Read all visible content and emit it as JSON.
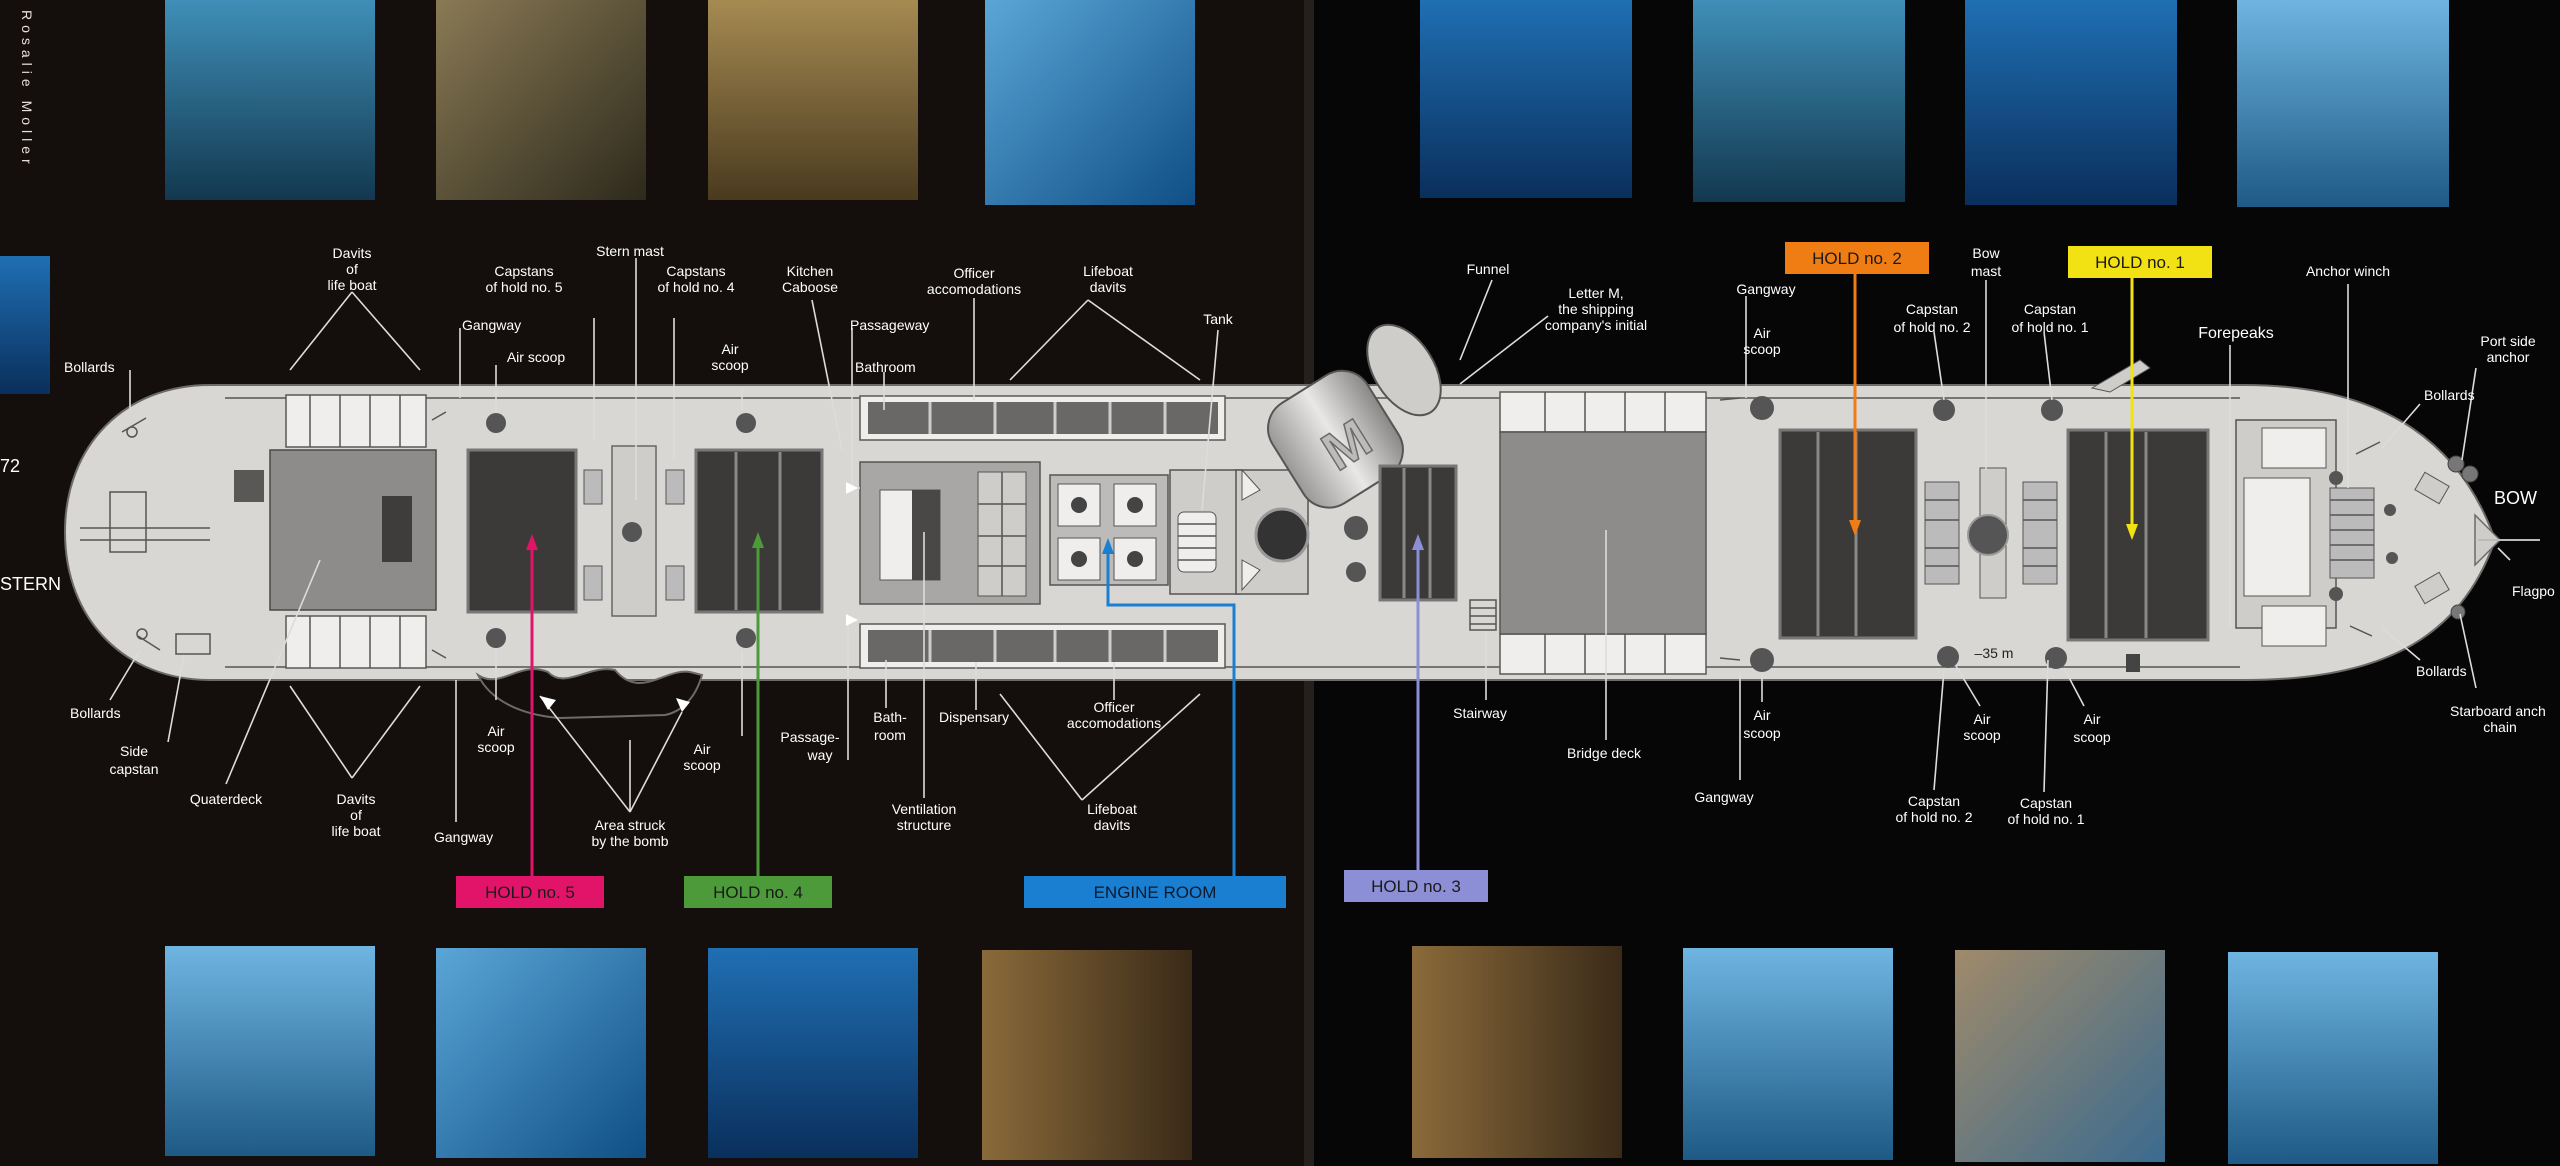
{
  "page": {
    "photographer": "Rosalie Moller",
    "page_number": "72",
    "stern": "STERN",
    "bow": "BOW"
  },
  "holds": {
    "hold5": {
      "label": "HOLD no. 5",
      "color": "#e2146a"
    },
    "hold4": {
      "label": "HOLD no. 4",
      "color": "#4d9a3a"
    },
    "engine": {
      "label": "ENGINE ROOM",
      "color": "#1a7fd0"
    },
    "hold3": {
      "label": "HOLD no. 3",
      "color": "#8d8fd6"
    },
    "hold2": {
      "label": "HOLD no. 2",
      "color": "#f07d14"
    },
    "hold1": {
      "label": "HOLD no. 1",
      "color": "#f2e214"
    }
  },
  "labels": {
    "bollards_stern_top": "Bollards",
    "bollards_stern_bottom": "Bollards",
    "side_capstan_1": "Side",
    "side_capstan_2": "capstan",
    "quaterdeck": "Quaterdeck",
    "davits_top_1": "Davits",
    "davits_top_2": "of",
    "davits_top_3": "life boat",
    "davits_bottom_1": "Davits",
    "davits_bottom_2": "of",
    "davits_bottom_3": "life boat",
    "gangway_top_left": "Gangway",
    "gangway_bottom_left": "Gangway",
    "capstans_hold5_1": "Capstans",
    "capstans_hold5_2": "of hold no. 5",
    "air_scoop_top_left": "Air scoop",
    "air_scoop_bottom_left_1": "Air",
    "air_scoop_bottom_left_2": "scoop",
    "stern_mast": "Stern mast",
    "capstans_hold4_1": "Capstans",
    "capstans_hold4_2": "of hold no. 4",
    "air_scoop_top_mid_1": "Air",
    "air_scoop_top_mid_2": "scoop",
    "air_scoop_bottom_mid_1": "Air",
    "air_scoop_bottom_mid_2": "scoop",
    "area_struck_1": "Area struck",
    "area_struck_2": "by the bomb",
    "kitchen_1": "Kitchen",
    "kitchen_2": "Caboose",
    "passageway_top": "Passageway",
    "bathroom_top": "Bathroom",
    "passageway_bottom_1": "Passage-",
    "passageway_bottom_2": "way",
    "bathroom_bottom_1": "Bath-",
    "bathroom_bottom_2": "room",
    "officer_top_1": "Officer",
    "officer_top_2": "accomodations",
    "officer_bottom_1": "Officer",
    "officer_bottom_2": "accomodations",
    "dispensary": "Dispensary",
    "ventilation_1": "Ventilation",
    "ventilation_2": "structure",
    "lifeboat_top_1": "Lifeboat",
    "lifeboat_top_2": "davits",
    "lifeboat_bottom_1": "Lifeboat",
    "lifeboat_bottom_2": "davits",
    "tank": "Tank",
    "funnel": "Funnel",
    "letter_m_1": "Letter M,",
    "letter_m_2": "the shipping",
    "letter_m_3": "company's initial",
    "stairway": "Stairway",
    "bridge_deck": "Bridge deck",
    "gangway_top_right": "Gangway",
    "gangway_bottom_right": "Gangway",
    "air_scoop_top_right_1": "Air",
    "air_scoop_top_right_2": "scoop",
    "air_scoop_bottom_right_1": "Air",
    "air_scoop_bottom_right_2": "scoop",
    "bow_mast_1": "Bow",
    "bow_mast_2": "mast",
    "capstan_hold2_top_1": "Capstan",
    "capstan_hold2_top_2": "of hold no. 2",
    "capstan_hold1_top_1": "Capstan",
    "capstan_hold1_top_2": "of hold no. 1",
    "capstan_hold2_bottom_1": "Capstan",
    "capstan_hold2_bottom_2": "of hold no. 2",
    "capstan_hold1_bottom_1": "Capstan",
    "capstan_hold1_bottom_2": "of hold no. 1",
    "air_scoop_r2_1": "Air",
    "air_scoop_r2_2": "scoop",
    "air_scoop_r3_1": "Air",
    "air_scoop_r3_2": "scoop",
    "depth": "–35 m",
    "forepeaks": "Forepeaks",
    "anchor_winch": "Anchor winch",
    "port_anchor_1": "Port side",
    "port_anchor_2": "anchor",
    "bollards_bow_top": "Bollards",
    "bollards_bow_bottom": "Bollards",
    "flagpole": "Flagpo",
    "starboard_1": "Starboard anch",
    "starboard_2": "chain"
  }
}
